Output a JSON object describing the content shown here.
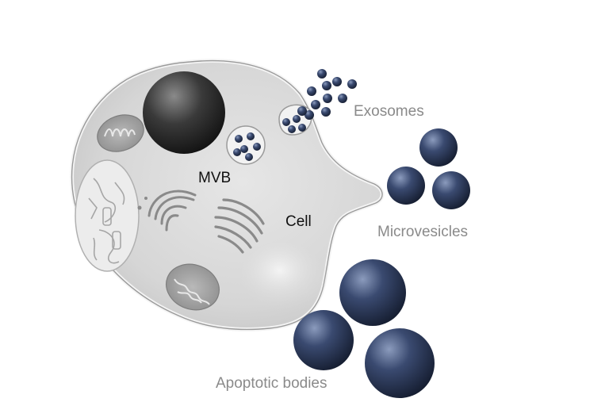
{
  "labels": {
    "mvb": "MVB",
    "cell": "Cell",
    "exosomes": "Exosomes",
    "microvesicles": "Microvesicles",
    "apoptotic_bodies": "Apoptotic bodies"
  },
  "colors": {
    "cell_fill": "#d9d9d9",
    "cell_outline": "#9a9a9a",
    "vesicle": "#2b3a5c",
    "nucleus": "#2a2a2a",
    "label_dark": "#111111",
    "label_grey": "#8a8a8a"
  }
}
